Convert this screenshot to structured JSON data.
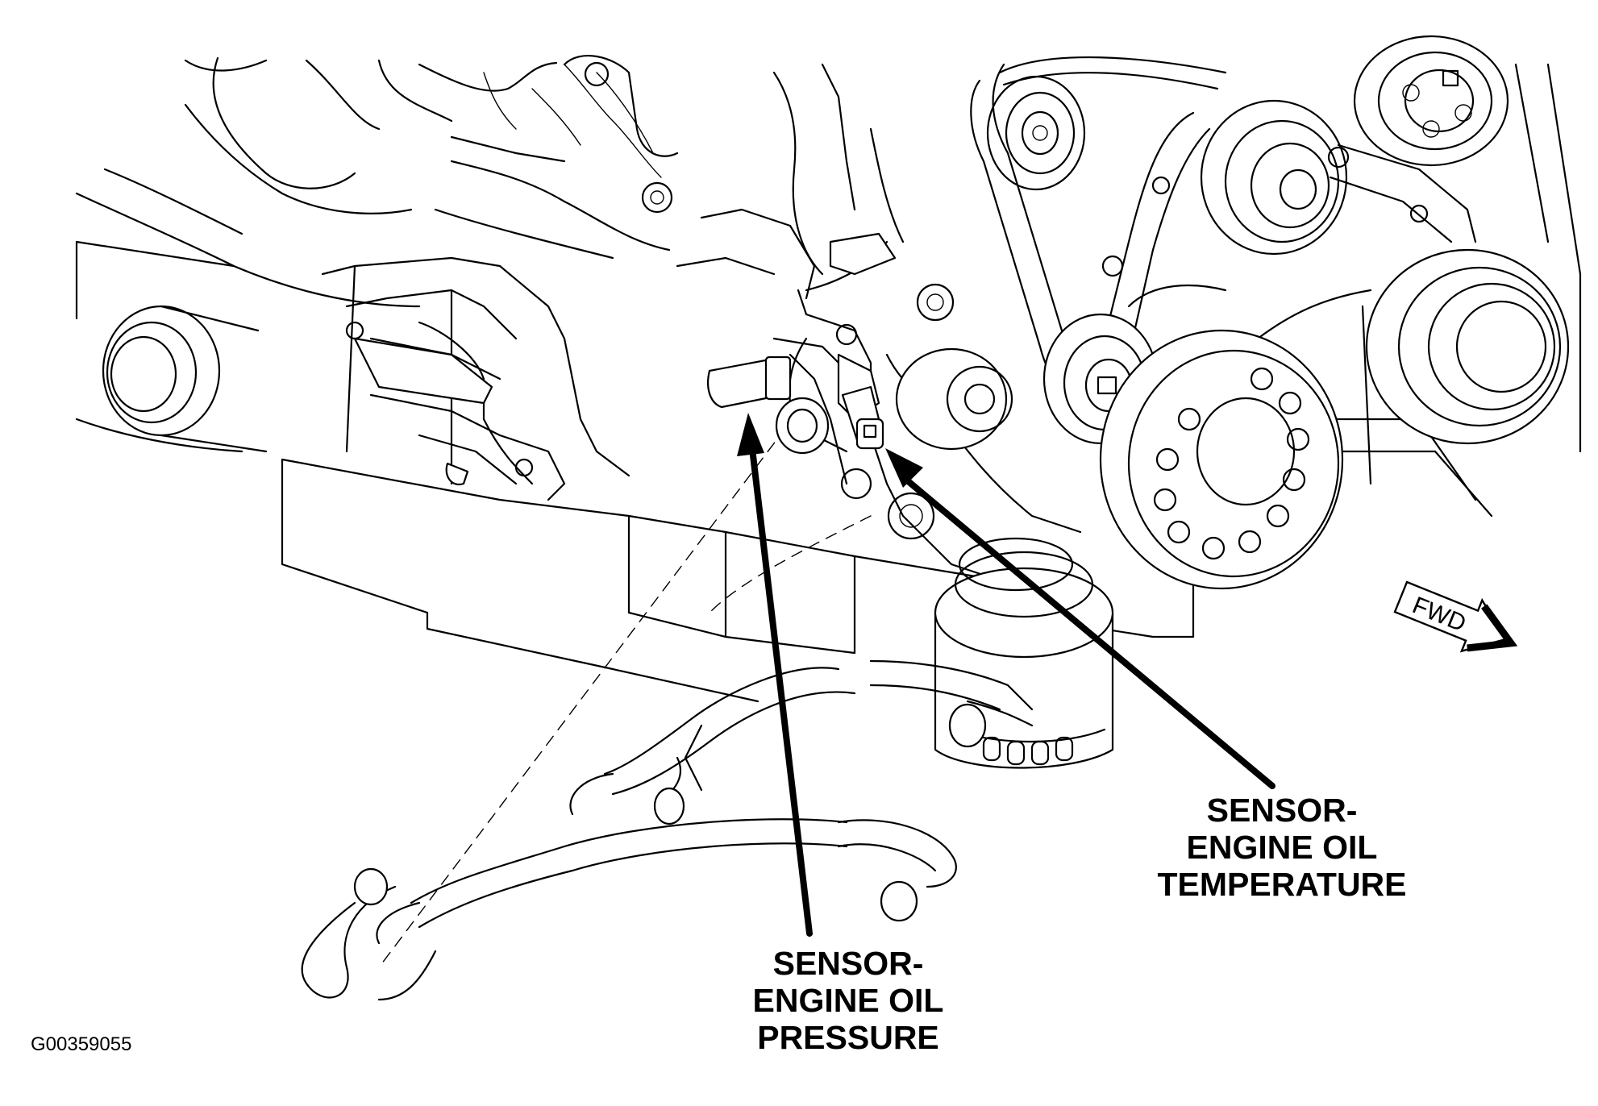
{
  "labels": {
    "oil_temperature": [
      "SENSOR-",
      "ENGINE OIL",
      "TEMPERATURE"
    ],
    "oil_pressure": [
      "SENSOR-",
      "ENGINE OIL",
      "PRESSURE"
    ]
  },
  "direction_indicator": "FWD",
  "figure_id": "G00359055"
}
